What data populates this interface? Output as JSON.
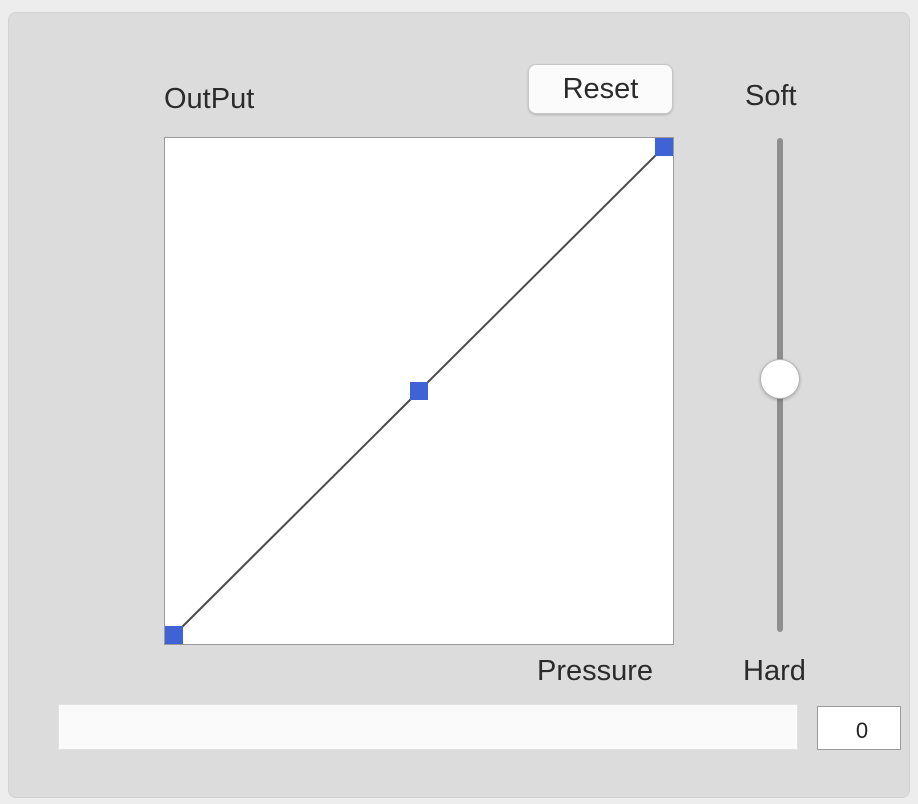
{
  "curve": {
    "y_label": "OutPut",
    "x_label": "Pressure",
    "reset_label": "Reset",
    "points": [
      {
        "pressure": 0.0,
        "output": 0.0
      },
      {
        "pressure": 0.5,
        "output": 0.5
      },
      {
        "pressure": 1.0,
        "output": 1.0
      }
    ],
    "point_color": "#3f62d4",
    "line_color": "#4a4a4a"
  },
  "firmness": {
    "top_label": "Soft",
    "bottom_label": "Hard",
    "level": 0.5
  },
  "pressure_meter": {
    "level": 0,
    "value": "0",
    "fill_color": "#4a6fd1"
  }
}
